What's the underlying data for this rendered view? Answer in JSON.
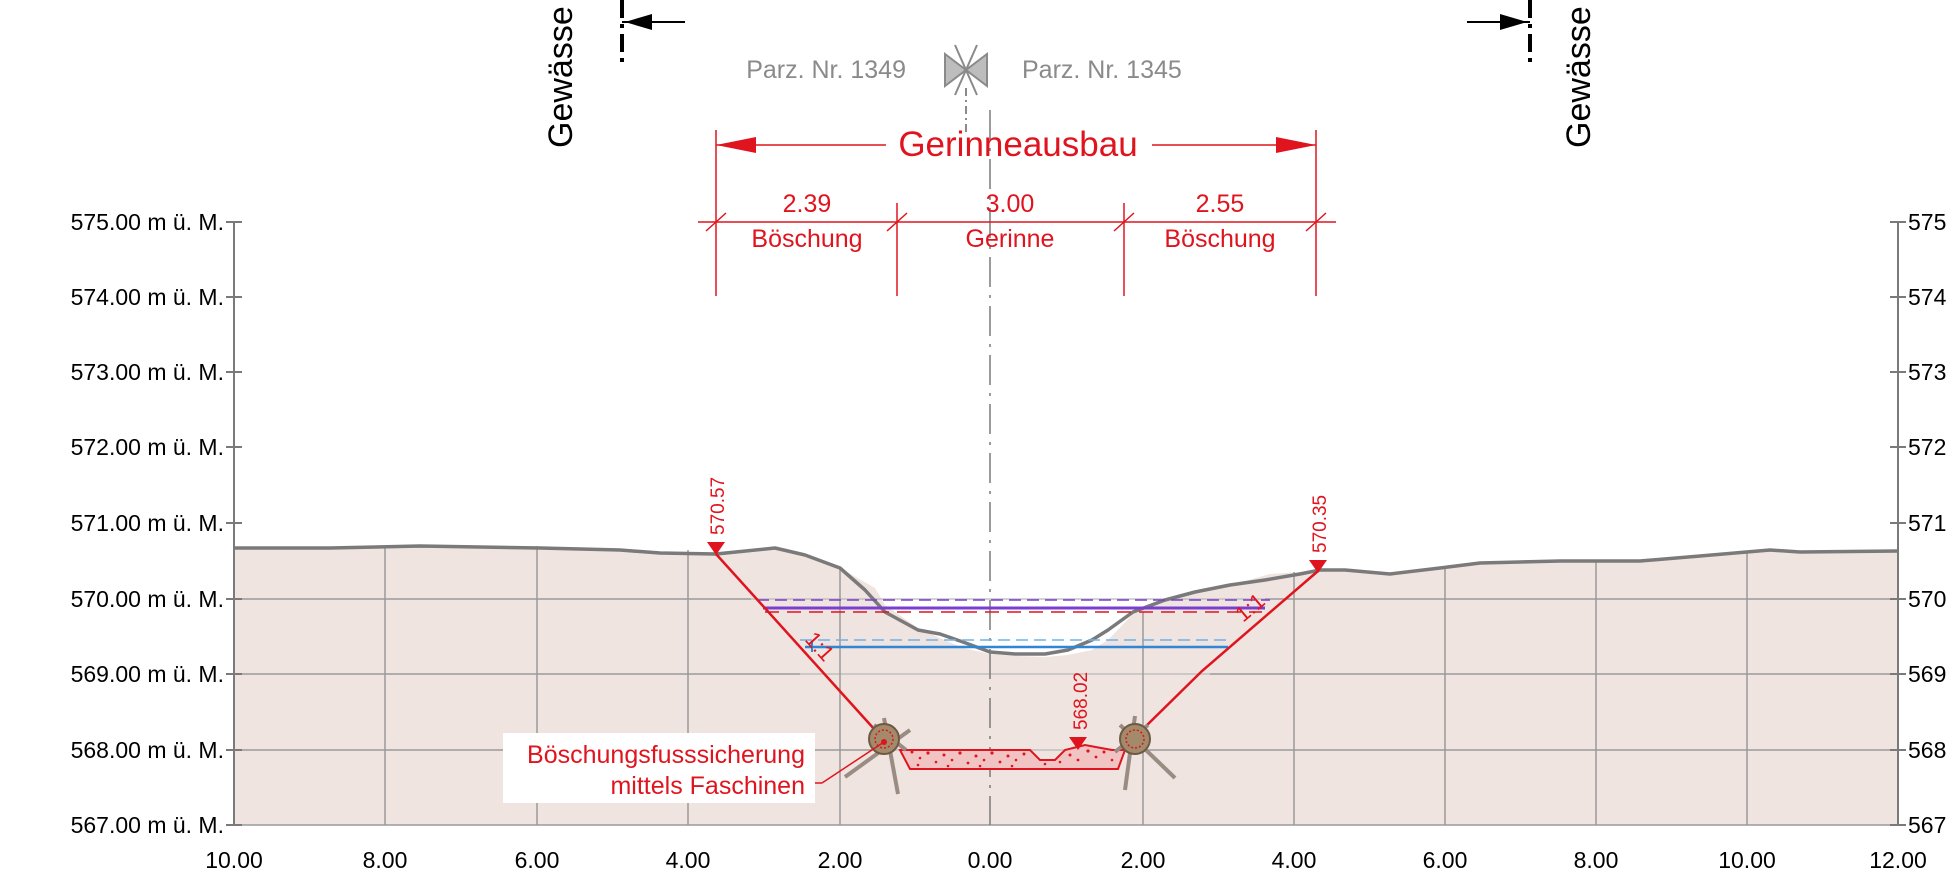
{
  "section_marks": {
    "left": "Gewässe",
    "right": "Gewässe"
  },
  "parcels": {
    "left": "Parz. Nr. 1349",
    "right": "Parz. Nr. 1345"
  },
  "title": "Gerinneausbau",
  "dimensions": [
    {
      "value": "2.39",
      "label": "Böschung"
    },
    {
      "value": "3.00",
      "label": "Gerinne"
    },
    {
      "value": "2.55",
      "label": "Böschung"
    }
  ],
  "elevation_labels": {
    "left_top": "570.57",
    "right_top": "570.35",
    "bottom": "568.02"
  },
  "slopes": {
    "left": "1:1",
    "right": "1:1"
  },
  "annotation": {
    "line1": "Böschungsfusssicherung",
    "line2": "mittels Faschinen"
  },
  "y_axis_left": [
    "575.00 m ü. M.",
    "574.00 m ü. M.",
    "573.00 m ü. M.",
    "572.00 m ü. M.",
    "571.00 m ü. M.",
    "570.00 m ü. M.",
    "569.00 m ü. M.",
    "568.00 m ü. M.",
    "567.00 m ü. M."
  ],
  "y_axis_right": [
    "575",
    "574",
    "573",
    "572",
    "571",
    "570",
    "569",
    "568",
    "567"
  ],
  "x_axis": [
    "10.00",
    "8.00",
    "6.00",
    "4.00",
    "2.00",
    "0.00",
    "2.00",
    "4.00",
    "6.00",
    "8.00",
    "10.00",
    "12.00"
  ],
  "colors": {
    "red": "#e0141e",
    "terrain": "#efe4df",
    "grid": "#9a9a9a",
    "ground_line": "#7a7a7a",
    "water_blue": "#2f86d6",
    "water_purple": "#7a3fd0"
  }
}
